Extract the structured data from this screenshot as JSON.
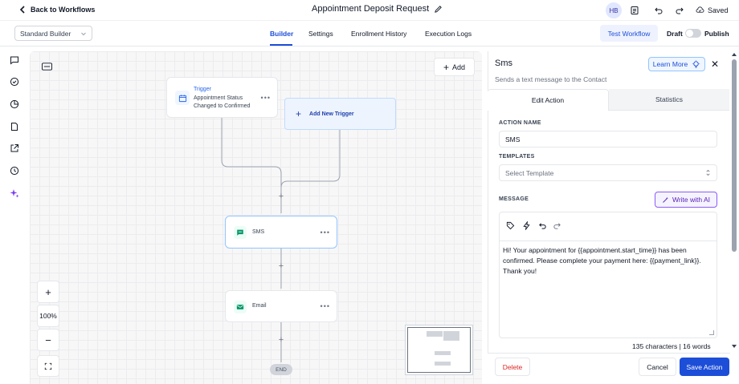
{
  "topbar": {
    "back_label": "Back to Workflows",
    "workflow_title": "Appointment Deposit Request",
    "avatar_initials": "HB",
    "saved_label": "Saved"
  },
  "subbar": {
    "builder_select_value": "Standard Builder",
    "tabs": [
      {
        "label": "Builder",
        "active": true
      },
      {
        "label": "Settings",
        "active": false
      },
      {
        "label": "Enrollment History",
        "active": false
      },
      {
        "label": "Execution Logs",
        "active": false
      }
    ],
    "test_workflow_label": "Test Workflow",
    "draft_label": "Draft",
    "publish_label": "Publish",
    "publish_toggle_on": false
  },
  "canvas": {
    "add_label": "Add",
    "trigger": {
      "label": "Trigger",
      "description": "Appointment Status Changed to Confirmed"
    },
    "add_trigger_label": "Add New Trigger",
    "nodes": [
      {
        "label": "SMS",
        "icon": "sms-icon"
      },
      {
        "label": "Email",
        "icon": "email-icon"
      }
    ],
    "end_label": "END",
    "zoom_level": "100%"
  },
  "panel": {
    "title": "Sms",
    "subtitle": "Sends a text message to the Contact",
    "learn_more_label": "Learn More",
    "tabs": [
      {
        "label": "Edit Action",
        "active": true
      },
      {
        "label": "Statistics",
        "active": false
      }
    ],
    "action_name_label": "ACTION NAME",
    "action_name_value": "SMS",
    "templates_label": "TEMPLATES",
    "templates_placeholder": "Select Template",
    "message_label": "MESSAGE",
    "write_ai_label": "Write with AI",
    "message_text": "Hi! Your appointment for {{appointment.start_time}} has been confirmed. Please complete your payment here: {{payment_link}}. Thank you!",
    "counts": "135 characters | 16 words",
    "delete_label": "Delete",
    "cancel_label": "Cancel",
    "save_label": "Save Action"
  },
  "colors": {
    "accent": "#1d4ed8",
    "danger": "#dc2626",
    "ai": "#8b5cf6"
  }
}
